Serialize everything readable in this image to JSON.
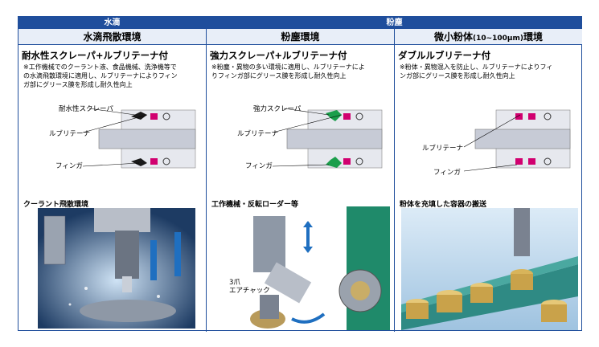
{
  "header": {
    "water_band": "水滴",
    "dust_band": "粉塵"
  },
  "columns": [
    {
      "heading": "水滴飛散環境",
      "title": "耐水性スクレーパ+ルブリテーナ付",
      "note_lines": [
        "※工作機械でのクーラント液、食品機械、洗浄機等で",
        "の水滴飛散環境に適用し、ルブリテーナによりフィン",
        "ガ部にグリース膜を形成し耐久性向上"
      ],
      "labels": [
        "耐水性スクレーパ",
        "ルブリテーナ",
        "フィンガ"
      ],
      "scraper_color": "#1a1a1a",
      "section_title": "クーラント飛散環境"
    },
    {
      "heading": "粉塵環境",
      "title": "強力スクレーパ+ルブリテーナ付",
      "note_lines": [
        "※粉塵・異物の多い環境に適用し、ルブリテーナによ",
        "りフィンガ部にグリース膜を形成し耐久性向上"
      ],
      "labels": [
        "強力スクレーパ",
        "ルブリテーナ",
        "フィンガ"
      ],
      "scraper_color": "#1b9e4b",
      "section_title": "工作機械・反転ローダー等",
      "chuck_label_1": "3爪",
      "chuck_label_2": "エアチャック"
    },
    {
      "heading_main": "微小粉体",
      "heading_range": "(10~100μm)",
      "heading_suffix": "環境",
      "title": "ダブルルブリテーナ付",
      "note_lines": [
        "※粉体・異物混入を防止し、ルブリテーナによりフィ",
        "ンガ部にグリース膜を形成し耐久性向上"
      ],
      "labels": [
        "ルブリテーナ",
        "フィンガ"
      ],
      "section_title": "粉体を充填した容器の搬送"
    }
  ],
  "colors": {
    "brand_blue": "#1f4e9c",
    "lubritainer_magenta": "#d1006f",
    "body_gray": "#c7cbd6"
  }
}
